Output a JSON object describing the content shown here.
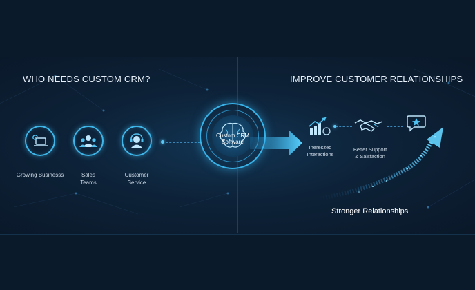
{
  "left_heading": "WHO NEEDS CUSTOM CRM?",
  "right_heading": "IMPROVE CUSTOMER RELATIONSHIPS",
  "audience": [
    {
      "label": "Growing Businesss",
      "icon": "laptop-gear-icon"
    },
    {
      "label": "Sales\nTeams",
      "icon": "team-icon"
    },
    {
      "label": "Customer\nService",
      "icon": "headset-icon"
    }
  ],
  "hub": {
    "label": "Custom CRM\nSoftware",
    "icon": "brain-icon"
  },
  "benefits": [
    {
      "label": "Inereszed\nInteractions",
      "icon": "bar-chart-icon"
    },
    {
      "label": "Better Support\n& Saisfaction",
      "icon": "handshake-icon"
    },
    {
      "label": "",
      "icon": "chat-star-icon"
    }
  ],
  "outcome": "Stronger Relationships",
  "colors": {
    "accent": "#3fb6ea",
    "background": "#0a1626"
  }
}
